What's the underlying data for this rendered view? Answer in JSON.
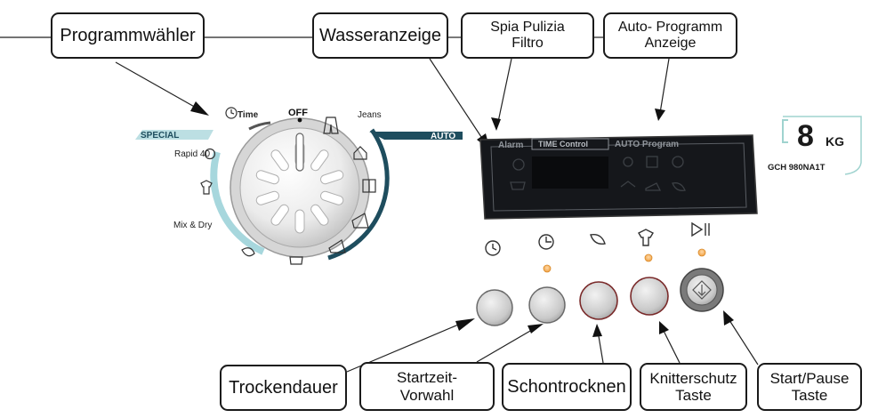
{
  "callouts": {
    "programmwahler": "Programmwähler",
    "wasseranzeige": "Wasseranzeige",
    "spia_pulizia_filtro": "Spia Pulizia\nFiltro",
    "auto_programm_anzeige": "Auto- Programm\nAnzeige",
    "trockendauer": "Trockendauer",
    "startzeit_vorwahl": "Startzeit-\nVorwahl",
    "schontrocknen": "Schontrocknen",
    "knitterschutz_taste": "Knitterschutz\nTaste",
    "start_pause_taste": "Start/Pause\nTaste"
  },
  "dial": {
    "time": "Time",
    "off": "OFF",
    "jeans": "Jeans",
    "special": "SPECIAL",
    "auto": "AUTO",
    "rapid": "Rapid 40",
    "mix_dry": "Mix & Dry"
  },
  "display": {
    "alarm": "Alarm",
    "time_control": "TIME Control",
    "auto_program": "AUTO Program"
  },
  "badge": {
    "capacity": "8",
    "unit": "KG",
    "model": "GCH 980NA1T"
  },
  "colors": {
    "auto_band": "#1e4d5e",
    "special_band": "#bcdfe3",
    "led": "#f0a040",
    "display_bg": "#15171b"
  },
  "icons": {
    "dial": [
      "clock-icon",
      "jeans-icon",
      "house-icon",
      "cabinet-icon",
      "iron-icon",
      "ironing-icon",
      "tub-hand-icon",
      "wool-icon",
      "shirt-icon",
      "rapid-timer-icon"
    ],
    "buttons": [
      "timer-clock-icon",
      "delay-start-icon",
      "feather-icon",
      "anti-crease-shirt-icon",
      "play-pause-icon"
    ]
  }
}
